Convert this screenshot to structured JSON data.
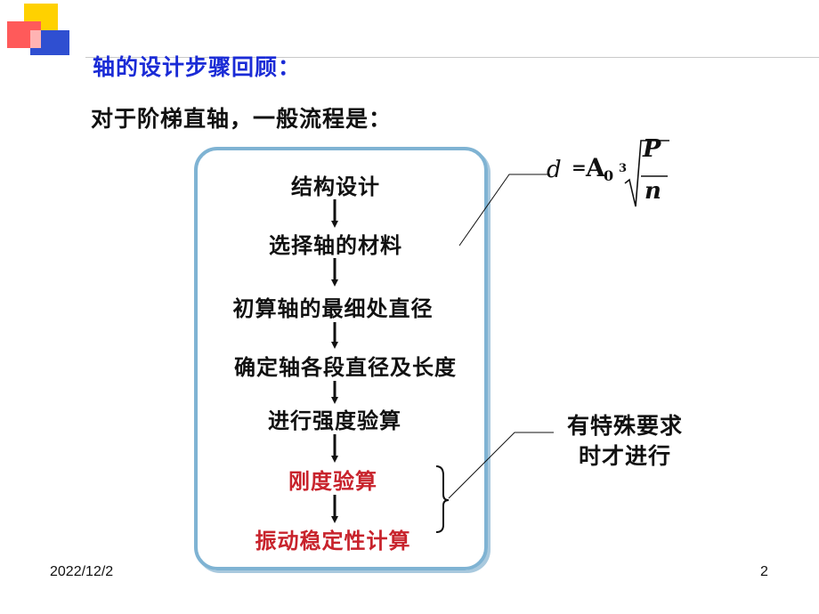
{
  "heading": "轴的设计步骤回顾：",
  "subheading": "对于阶梯直轴，一般流程是：",
  "steps": [
    {
      "label": "结构设计"
    },
    {
      "label": "选择轴的材料"
    },
    {
      "label": "初算轴的最细处直径"
    },
    {
      "label": "确定轴各段直径及长度"
    },
    {
      "label": "进行强度验算"
    },
    {
      "label": "刚度验算"
    },
    {
      "label": "振动稳定性计算"
    }
  ],
  "formula": {
    "lhs": "d",
    "eq": "=",
    "coef": "A",
    "coef_sub": "0",
    "root_index": "3",
    "numerator": "P",
    "denominator": "n"
  },
  "note": {
    "line1": "有特殊要求",
    "line2": "时才进行"
  },
  "footer": {
    "date": "2022/12/2",
    "page": "2"
  },
  "colors": {
    "heading": "#1a2bd6",
    "highlight": "#c8232c",
    "box_border": "#7fb3d3"
  }
}
